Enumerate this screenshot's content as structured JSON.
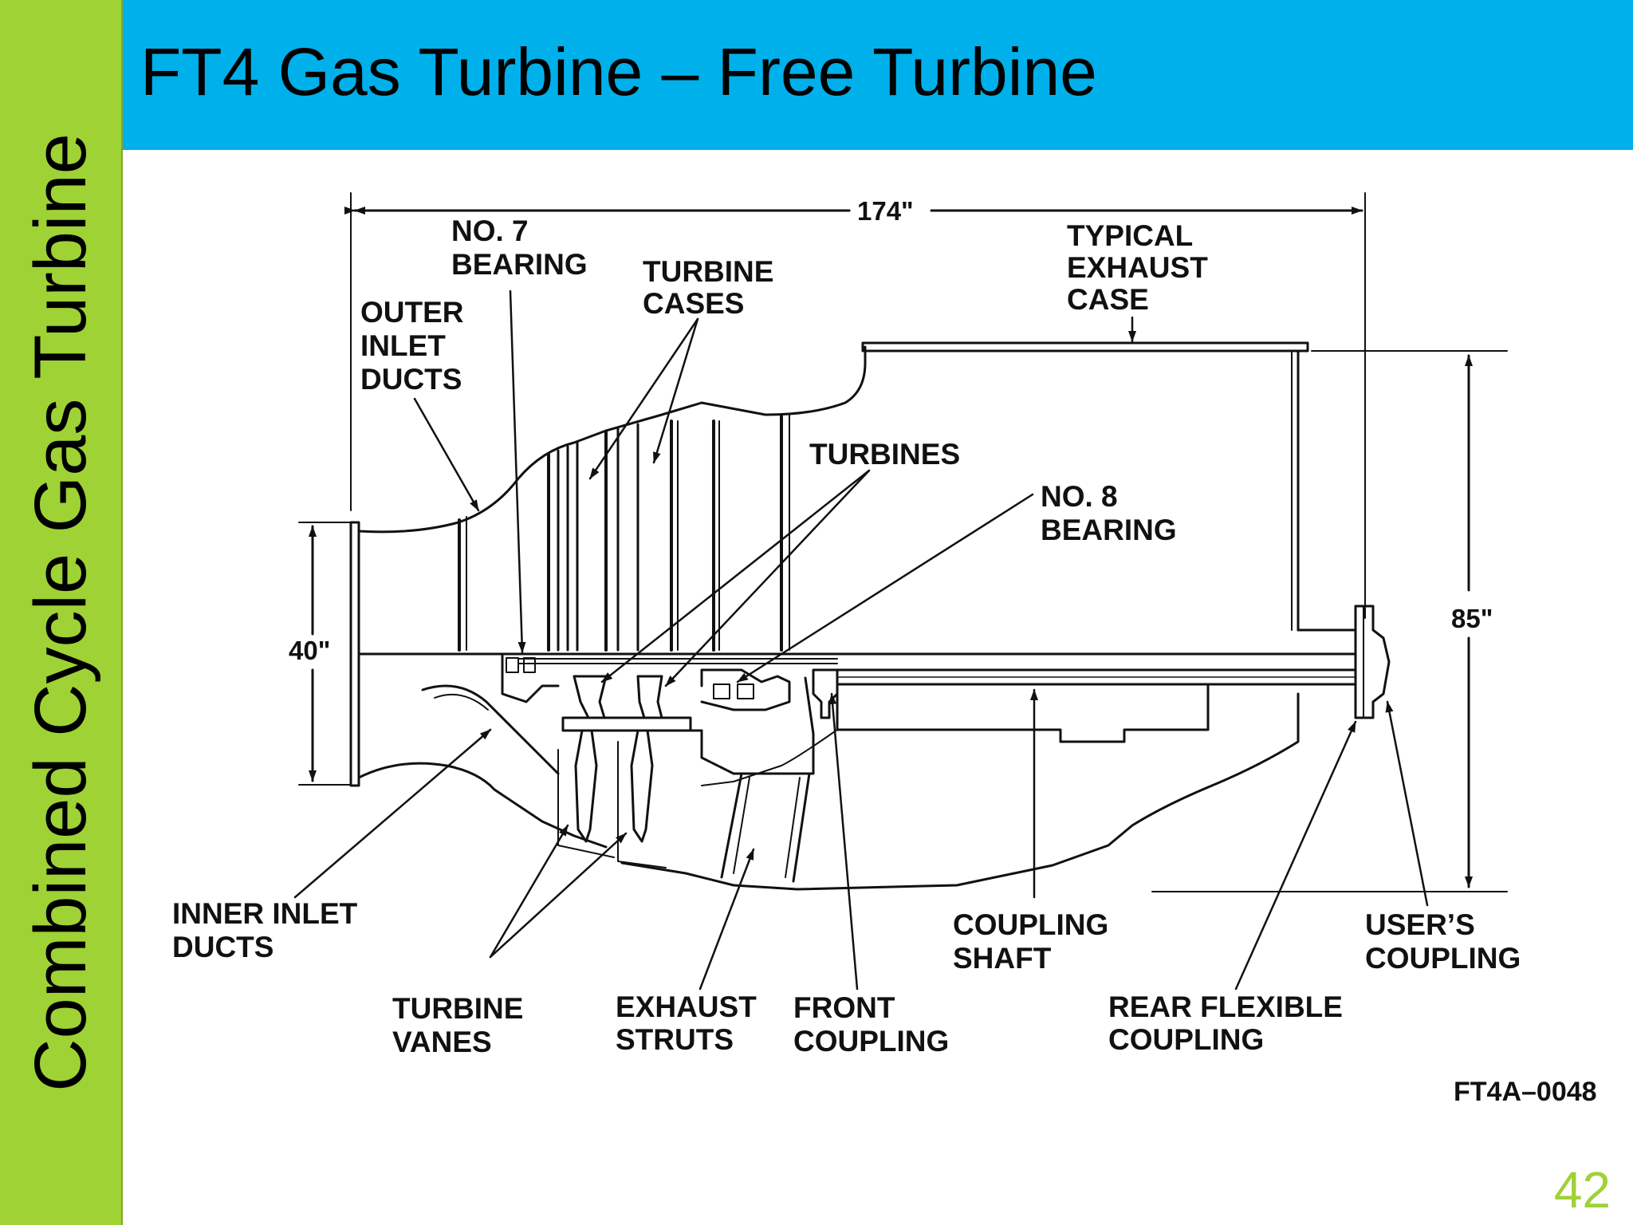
{
  "slide": {
    "sidebar_title": "Combined Cycle Gas Turbine",
    "title": "FT4 Gas Turbine – Free Turbine",
    "page_number": "42",
    "colors": {
      "header": "#00b0ea",
      "sidebar": "#9fd235",
      "page_number": "#9fd235"
    }
  },
  "diagram": {
    "dimensions": {
      "length": "174\"",
      "height_exhaust": "85\"",
      "height_inlet": "40\""
    },
    "labels": {
      "no7_bearing_1": "NO. 7",
      "no7_bearing_2": "BEARING",
      "outer_inlet_1": "OUTER",
      "outer_inlet_2": "INLET",
      "outer_inlet_3": "DUCTS",
      "turbine_cases_1": "TURBINE",
      "turbine_cases_2": "CASES",
      "exhaust_case_1": "TYPICAL",
      "exhaust_case_2": "EXHAUST",
      "exhaust_case_3": "CASE",
      "turbines": "TURBINES",
      "no8_bearing_1": "NO. 8",
      "no8_bearing_2": "BEARING",
      "inner_inlet_1": "INNER INLET",
      "inner_inlet_2": "DUCTS",
      "turbine_vanes_1": "TURBINE",
      "turbine_vanes_2": "VANES",
      "exhaust_struts_1": "EXHAUST",
      "exhaust_struts_2": "STRUTS",
      "front_coupling_1": "FRONT",
      "front_coupling_2": "COUPLING",
      "coupling_shaft_1": "COUPLING",
      "coupling_shaft_2": "SHAFT",
      "rear_flexible_1": "REAR FLEXIBLE",
      "rear_flexible_2": "COUPLING",
      "users_coupling_1": "USER’S",
      "users_coupling_2": "COUPLING"
    },
    "figure_code": "FT4A–0048"
  }
}
